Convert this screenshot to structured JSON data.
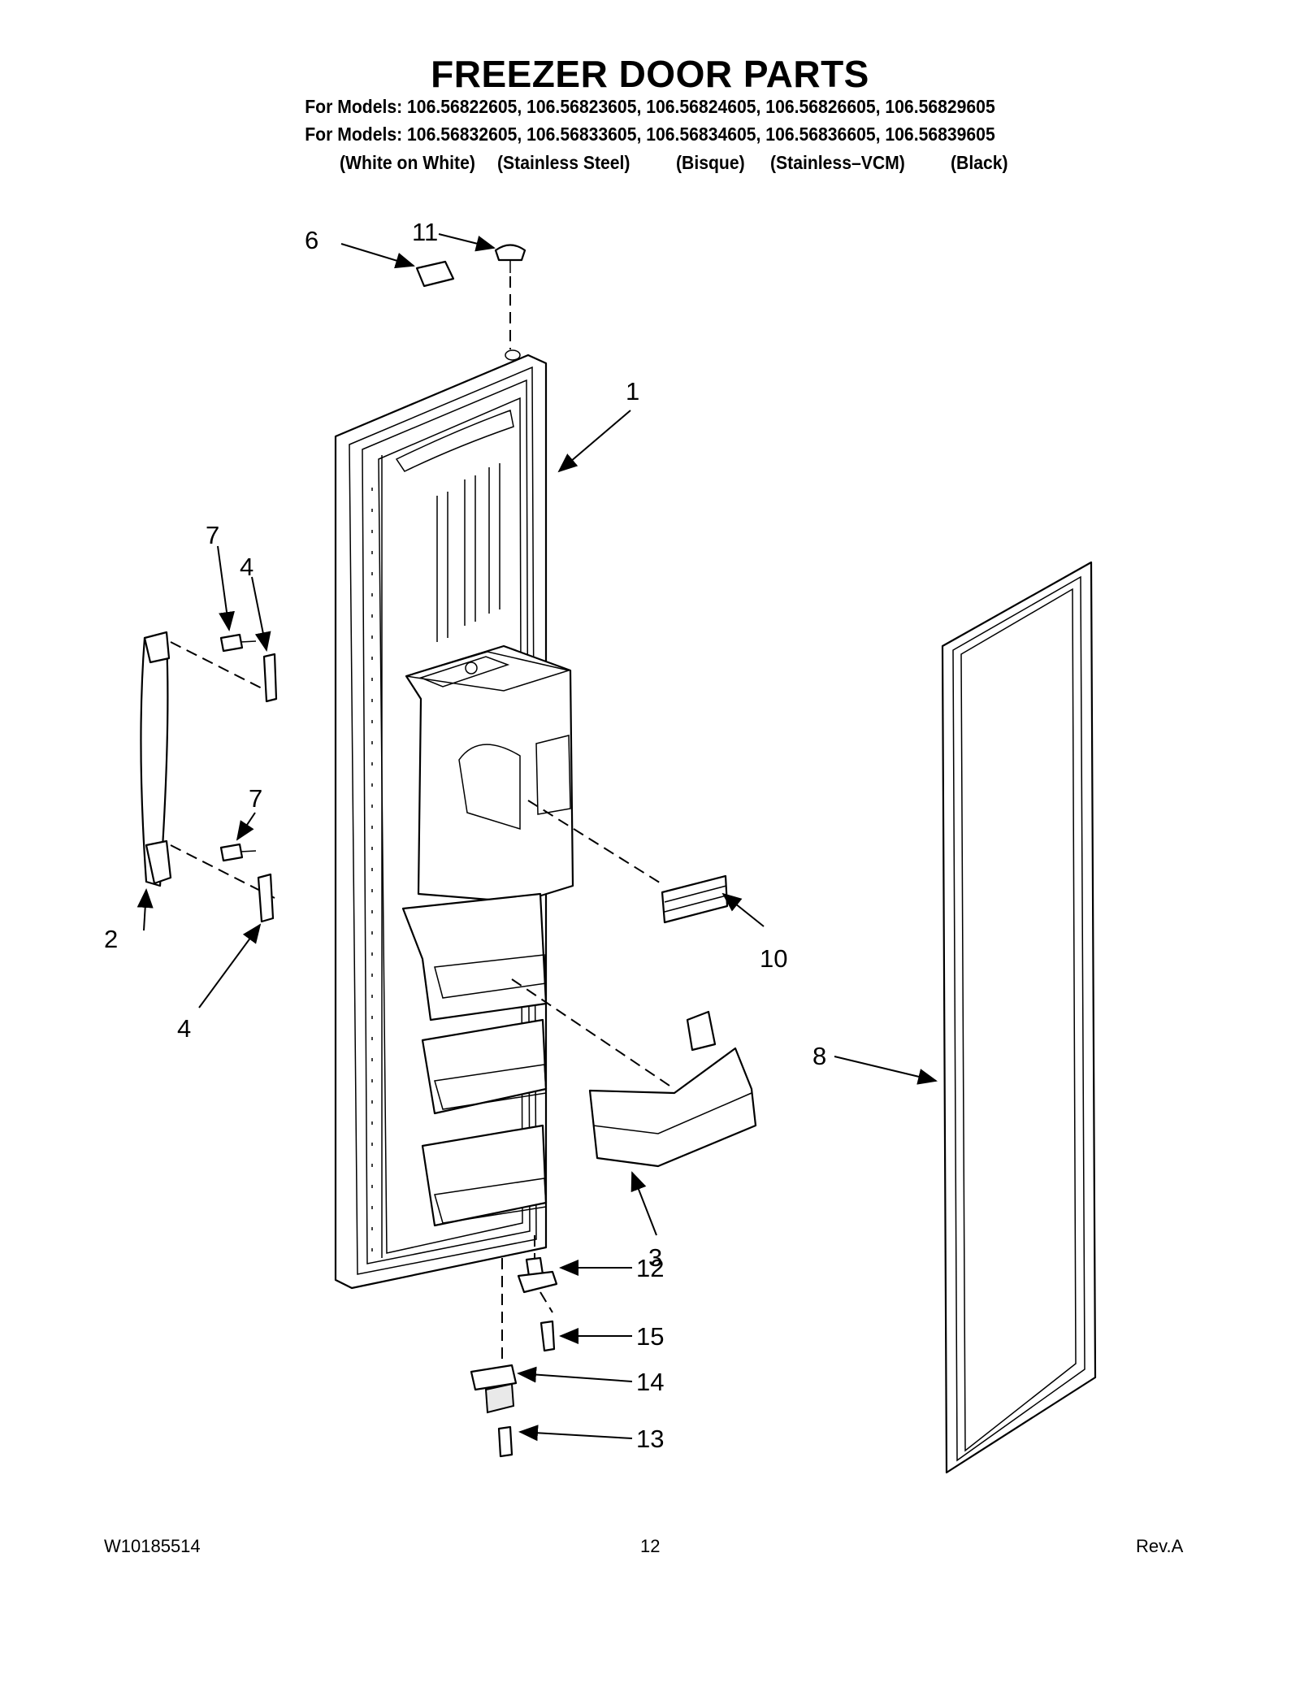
{
  "header": {
    "title": "FREEZER DOOR PARTS",
    "models_line_1": "For Models: 106.56822605, 106.56823605, 106.56824605, 106.56826605, 106.56829605",
    "models_line_2": "For Models: 106.56832605, 106.56833605, 106.56834605, 106.56836605, 106.56839605",
    "variants": [
      "(White on White)",
      "(Stainless Steel)",
      "(Bisque)",
      "(Stainless–VCM)",
      "(Black)"
    ]
  },
  "callouts": {
    "c1": "1",
    "c2": "2",
    "c3": "3",
    "c4a": "4",
    "c4b": "4",
    "c6": "6",
    "c7a": "7",
    "c7b": "7",
    "c8": "8",
    "c10": "10",
    "c11": "11",
    "c12": "12",
    "c13": "13",
    "c14": "14",
    "c15": "15"
  },
  "footer": {
    "doc_number": "W10185514",
    "page_number": "12",
    "revision": "Rev.A"
  }
}
